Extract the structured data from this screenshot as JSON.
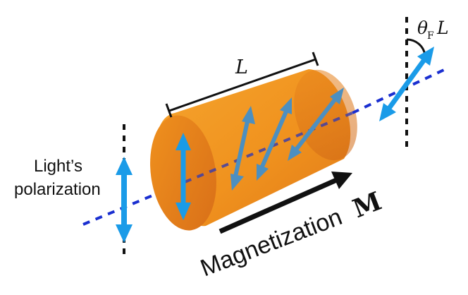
{
  "labels": {
    "length": "L",
    "light_polarization_line1": "Light’s",
    "light_polarization_line2": "polarization",
    "magnetization_word": "Magnetization",
    "magnetization_symbol": "M",
    "rotation_theta": "θ",
    "rotation_subscript": "F",
    "rotation_length": "L"
  },
  "colors": {
    "cylinder_body": "#F0921E",
    "cylinder_body_dark": "#D8701A",
    "cylinder_end_face": "#E47A1C",
    "polarization_arrow": "#1A9BE8",
    "beam_line": "#1A2FD0",
    "ink": "#111111"
  }
}
